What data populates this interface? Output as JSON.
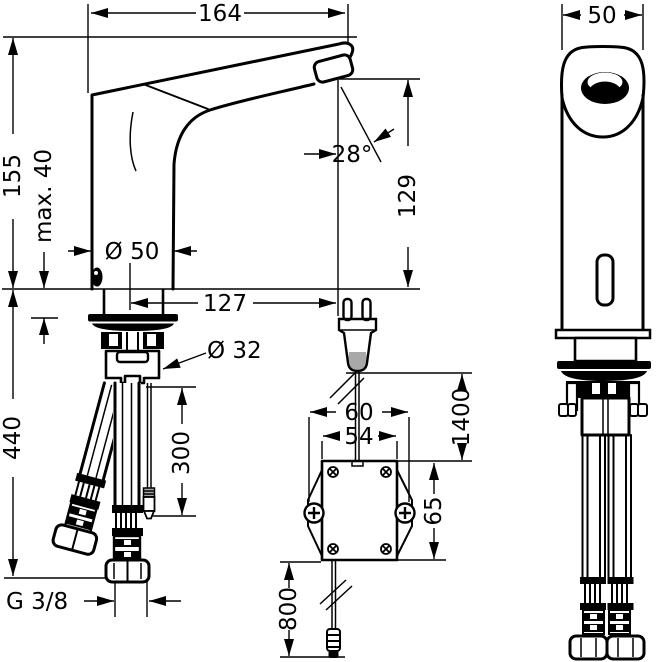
{
  "drawing": {
    "background_color": "#ffffff",
    "line_color": "#000000",
    "shade_color": "#a8a8a8",
    "dimensions": {
      "spout_reach": "164",
      "total_height": "155",
      "max_mounting_thickness": "max. 40",
      "body_diameter": "Ø 50",
      "outlet_offset": "127",
      "shank_diameter": "Ø 32",
      "supply_hose_length": "440",
      "sensor_cable_length": "300",
      "thread_size": "G 3/8",
      "jet_angle": "28°",
      "outlet_height": "129",
      "bracket_hole_pitch": "60",
      "control_box_width": "54",
      "plug_cable_length": "1400",
      "control_box_height": "65",
      "lower_cable_length": "800",
      "front_width": "50"
    }
  }
}
